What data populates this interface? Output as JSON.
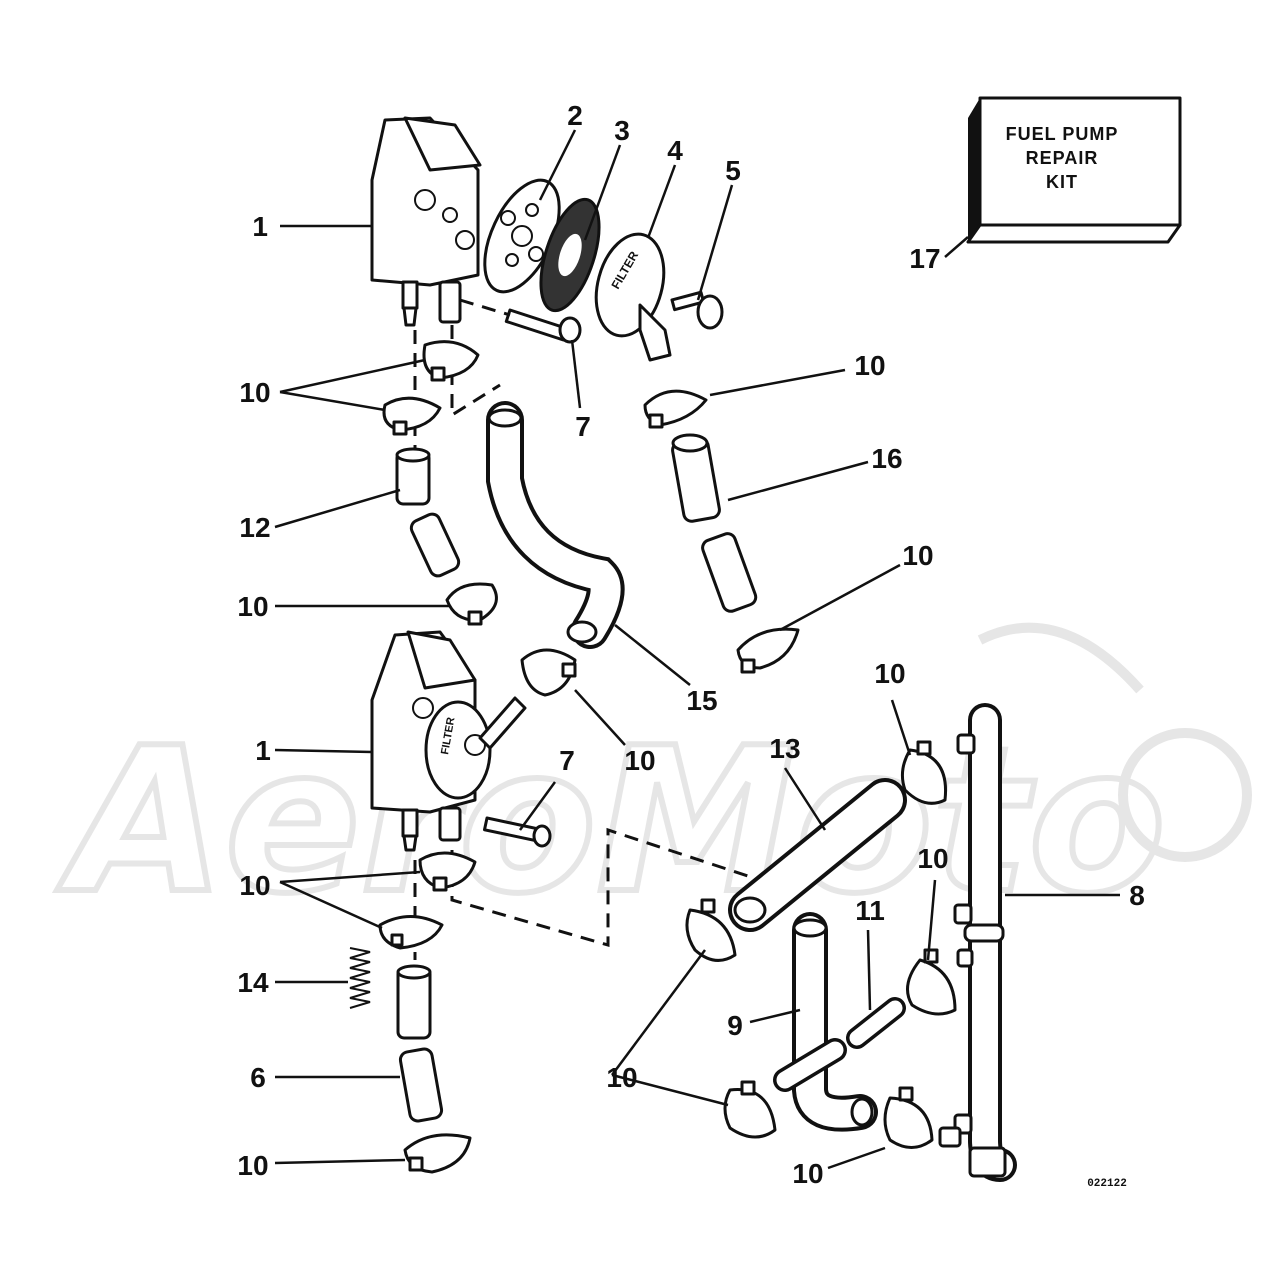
{
  "watermark": {
    "text": "AeroMoto"
  },
  "kit": {
    "line1": "FUEL PUMP",
    "line2": "REPAIR",
    "line3": "KIT"
  },
  "drawing_code": "022122",
  "callouts": {
    "c1_top": "1",
    "c2": "2",
    "c3": "3",
    "c4": "4",
    "c5": "5",
    "c17": "17",
    "c10_a": "10",
    "c10_b": "10",
    "c7_top": "7",
    "c16": "16",
    "c12": "12",
    "c10_c": "10",
    "c10_d": "10",
    "c15": "15",
    "c10_e": "10",
    "c1_bottom": "1",
    "c10_f": "10",
    "c7_bottom": "7",
    "c13": "13",
    "c10_g": "10",
    "c8": "8",
    "c10_h": "10",
    "c11": "11",
    "c14": "14",
    "c9": "9",
    "c10_i": "10",
    "c6": "6",
    "c10_j": "10",
    "c10_k": "10"
  },
  "colors": {
    "ink": "#111111",
    "watermark": "#e6e6e6",
    "background": "#ffffff"
  }
}
